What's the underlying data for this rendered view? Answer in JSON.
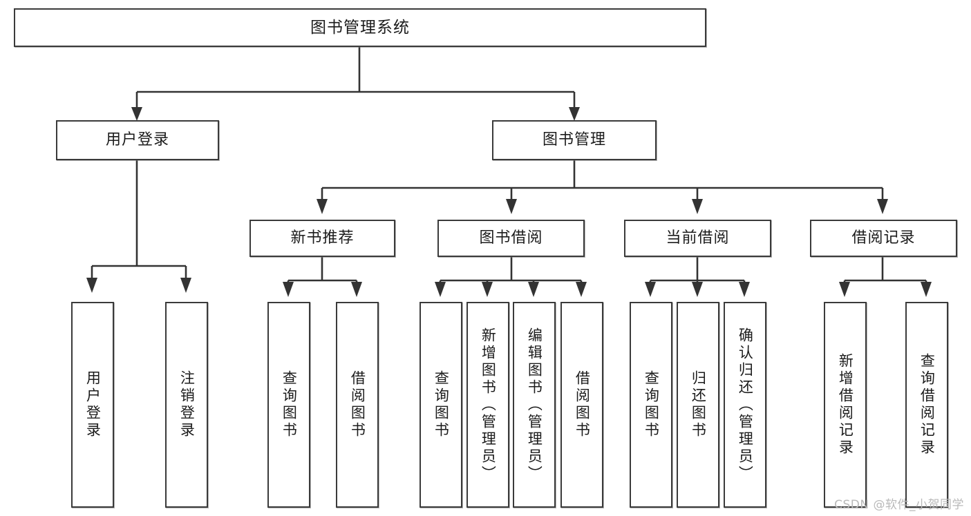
{
  "diagram": {
    "title": "图书管理系统",
    "type": "tree-hierarchy-chart",
    "root": {
      "id": "root",
      "label": "图书管理系统"
    },
    "level1": [
      {
        "id": "user-login",
        "label": "用户登录"
      },
      {
        "id": "book-admin",
        "label": "图书管理"
      }
    ],
    "level2": [
      {
        "id": "new-book-rec",
        "label": "新书推荐"
      },
      {
        "id": "book-borrow",
        "label": "图书借阅"
      },
      {
        "id": "current-borrow",
        "label": "当前借阅"
      },
      {
        "id": "borrow-record",
        "label": "借阅记录"
      }
    ],
    "leaves": [
      {
        "id": "leaf-user-login",
        "label": "用户登录",
        "parent": "user-login"
      },
      {
        "id": "leaf-user-logout",
        "label": "注销登录",
        "parent": "user-login"
      },
      {
        "id": "leaf-query-book-1",
        "label": "查询图书",
        "parent": "new-book-rec"
      },
      {
        "id": "leaf-borrow-book-1",
        "label": "借阅图书",
        "parent": "new-book-rec"
      },
      {
        "id": "leaf-query-book-2",
        "label": "查询图书",
        "parent": "book-borrow"
      },
      {
        "id": "leaf-add-book",
        "label": "新增图书（管理员）",
        "parent": "book-borrow"
      },
      {
        "id": "leaf-edit-book",
        "label": "编辑图书（管理员）",
        "parent": "book-borrow"
      },
      {
        "id": "leaf-borrow-book-2",
        "label": "借阅图书",
        "parent": "book-borrow"
      },
      {
        "id": "leaf-query-book-3",
        "label": "查询图书",
        "parent": "current-borrow"
      },
      {
        "id": "leaf-return-book",
        "label": "归还图书",
        "parent": "current-borrow"
      },
      {
        "id": "leaf-confirm-return",
        "label": "确认归还（管理员）",
        "parent": "current-borrow"
      },
      {
        "id": "leaf-add-record",
        "label": "新增借阅记录",
        "parent": "borrow-record"
      },
      {
        "id": "leaf-query-record",
        "label": "查询借阅记录",
        "parent": "borrow-record"
      }
    ],
    "watermark": "CSDN @软件_小贺同学",
    "colors": {
      "stroke": "#333333",
      "box_border": "#3a3a3a",
      "background": "#ffffff",
      "text": "#1b1b1b",
      "watermark": "#b9b9b9"
    }
  }
}
